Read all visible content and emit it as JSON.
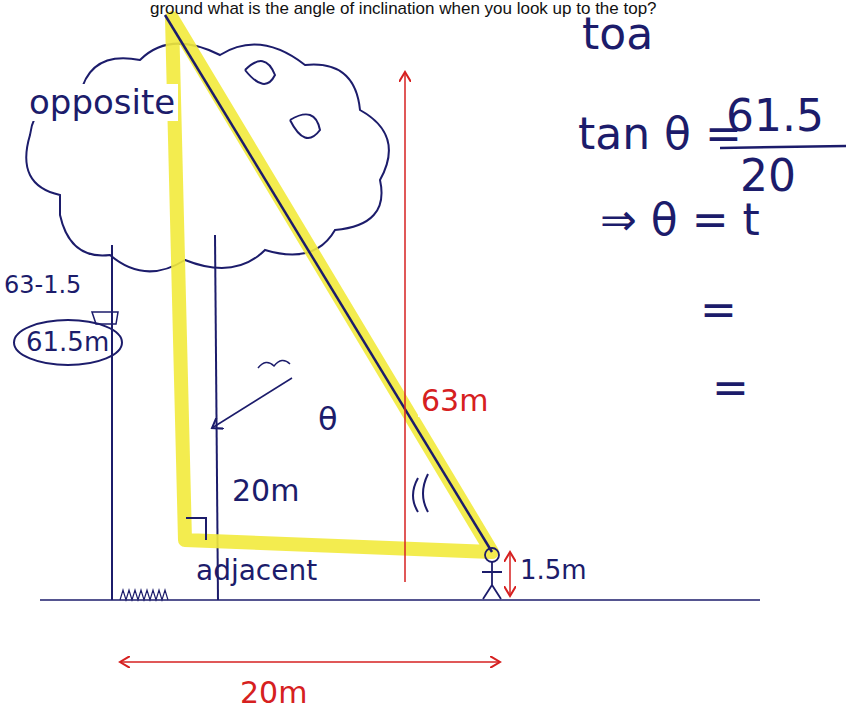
{
  "diagram": {
    "nodes": [
      {
        "text": [
          "61.5m"
        ]
      }
    ],
    "labels": [
      "ground what is the angle of inclination when you look up to the top?",
      "toa",
      "tan θ =",
      "61.5",
      "20",
      "⇒ θ = t",
      "=",
      "=",
      "opposite",
      "63-1.5",
      "63m",
      "θ",
      "20m",
      "adjacent",
      "1.5m",
      "20m"
    ]
  }
}
